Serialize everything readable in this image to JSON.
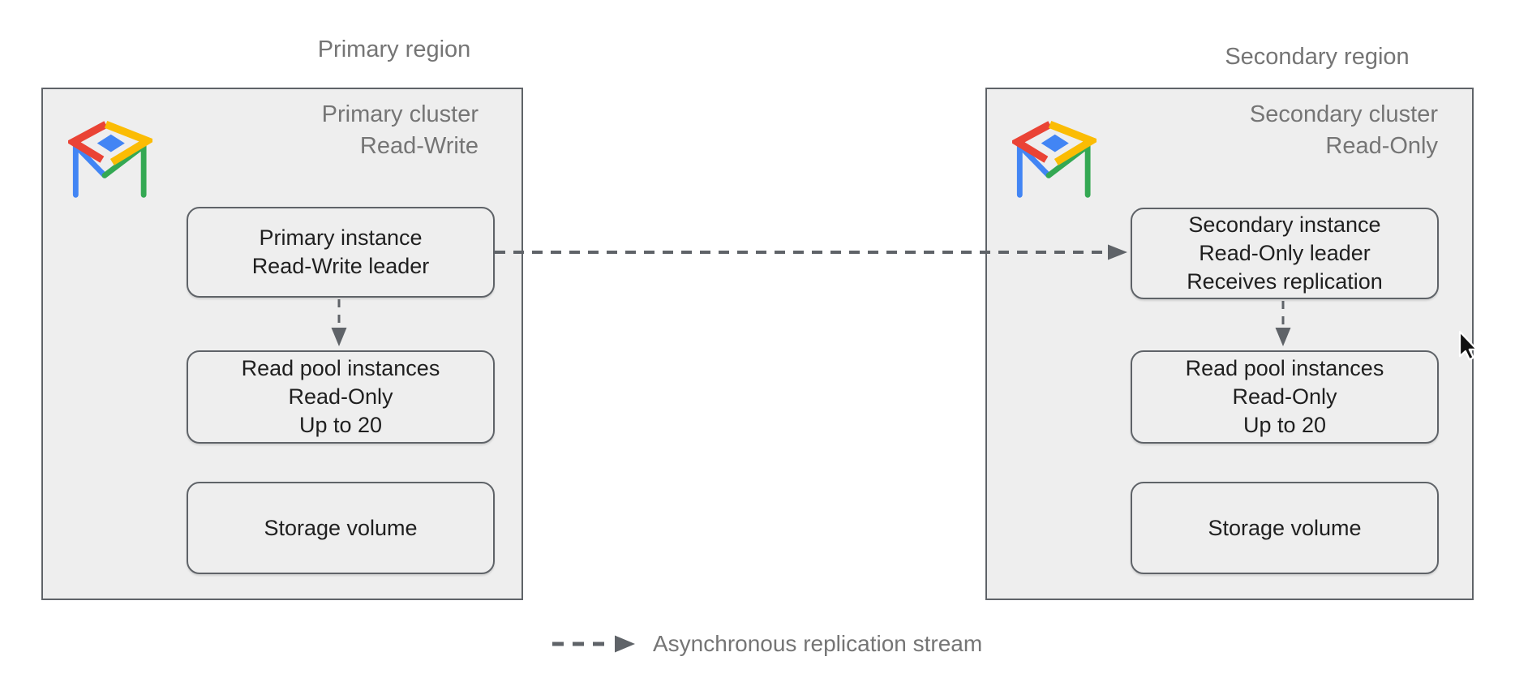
{
  "diagram": {
    "primary": {
      "region_title": "Primary region",
      "cluster_title": [
        "Primary cluster",
        "Read-Write"
      ],
      "instance_lines": [
        "Primary instance",
        "Read-Write leader"
      ],
      "read_pool_lines": [
        "Read pool instances",
        "Read-Only",
        "Up to 20"
      ],
      "storage_lines": [
        "Storage volume"
      ]
    },
    "secondary": {
      "region_title": "Secondary region",
      "cluster_title": [
        "Secondary cluster",
        "Read-Only"
      ],
      "instance_lines": [
        "Secondary instance",
        "Read-Only leader",
        "Receives replication"
      ],
      "read_pool_lines": [
        "Read pool instances",
        "Read-Only",
        "Up to 20"
      ],
      "storage_lines": [
        "Storage volume"
      ]
    },
    "legend": {
      "label": "Asynchronous replication stream"
    },
    "colors": {
      "cluster_fill": "#eeeeee",
      "line_and_border": "#5f6368",
      "muted_text": "#757575",
      "node_text": "#1f1f1f",
      "logo_red": "#EA4335",
      "logo_yellow": "#FBBC04",
      "logo_green": "#34A853",
      "logo_blue": "#4285F4"
    }
  }
}
